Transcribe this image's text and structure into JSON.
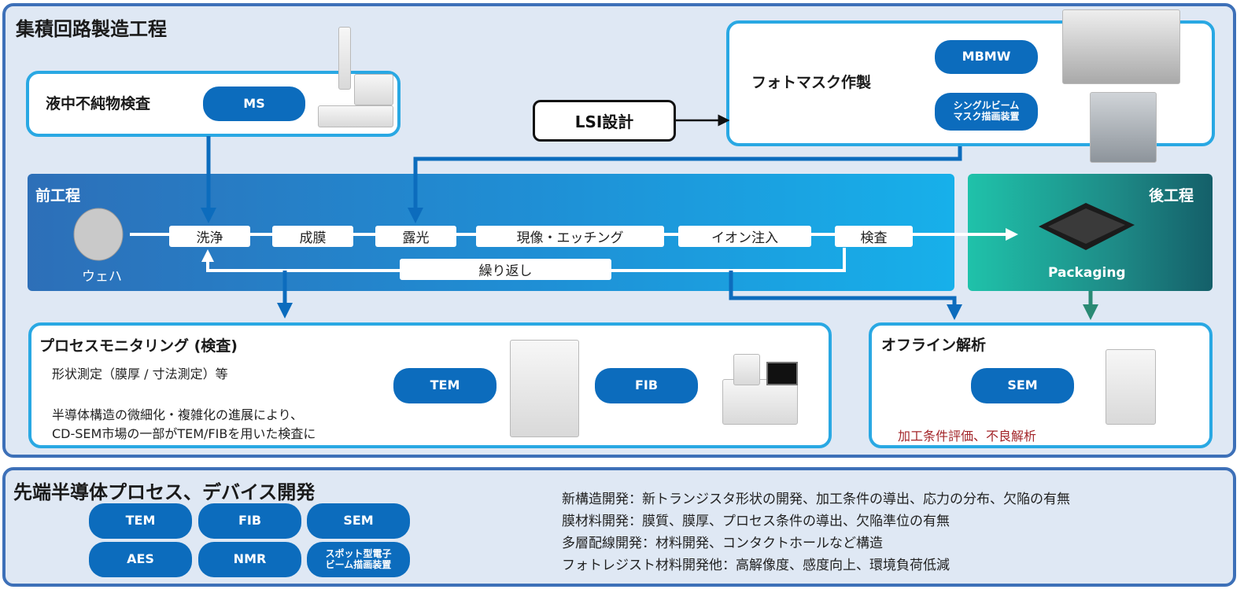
{
  "main_title": "集積回路製造工程",
  "liquid": {
    "title": "液中不純物検査",
    "pill": "MS"
  },
  "lsi": "LSI設計",
  "photomask": {
    "title": "フォトマスク作製",
    "pills": [
      "MBMW",
      "シングルビーム\nマスク描画装置"
    ]
  },
  "front": {
    "title": "前工程",
    "wafer": "ウェハ",
    "steps": [
      "洗浄",
      "成膜",
      "露光",
      "現像・エッチング",
      "イオン注入",
      "検査"
    ],
    "repeat": "繰り返し"
  },
  "back": {
    "title": "後工程",
    "label": "Packaging"
  },
  "monitor": {
    "title": "プロセスモニタリング (検査)",
    "line1": "形状測定（膜厚 / 寸法測定）等",
    "line2": "半導体構造の微細化・複雑化の進展により、",
    "line3": "CD-SEM市場の一部がTEM/FIBを用いた検査に",
    "pills": [
      "TEM",
      "FIB"
    ]
  },
  "offline": {
    "title": "オフライン解析",
    "pill": "SEM",
    "note": "加工条件評価、不良解析"
  },
  "advanced": {
    "title": "先端半導体プロセス、デバイス開発",
    "pills": [
      "TEM",
      "FIB",
      "SEM",
      "AES",
      "NMR",
      "スポット型電子\nビーム描画装置"
    ],
    "items": [
      "新構造開発：新トランジスタ形状の開発、加工条件の導出、応力の分布、欠陥の有無",
      "膜材料開発：膜質、膜厚、プロセス条件の導出、欠陥準位の有無",
      "多層配線開発：材料開発、コンタクトホールなど構造",
      "フォトレジスト材料開発他：高解像度、感度向上、環境負荷低減"
    ]
  },
  "colors": {
    "panel_border": "#3d70b8",
    "card_border": "#29a8e3",
    "pill": "#0c6cbd",
    "arrow": "#0c6cbd",
    "back_arrow": "#2a8a74",
    "note": "#a3262a"
  }
}
